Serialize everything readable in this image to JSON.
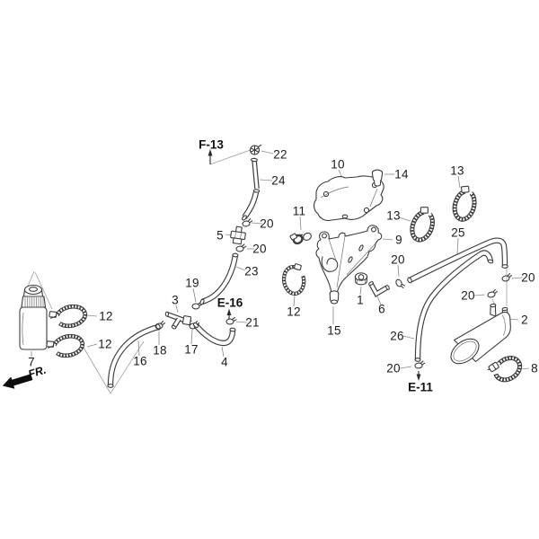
{
  "diagram": {
    "type": "exploded-parts-diagram",
    "front_label": "FR.",
    "colors": {
      "line": "#3c3c3c",
      "label": "#1b1b1b",
      "background": "#ffffff"
    },
    "refs": [
      {
        "label": "F-13"
      },
      {
        "label": "E-16"
      },
      {
        "label": "E-11"
      }
    ],
    "callouts": [
      {
        "num": "22"
      },
      {
        "num": "24"
      },
      {
        "num": "20"
      },
      {
        "num": "5"
      },
      {
        "num": "20"
      },
      {
        "num": "23"
      },
      {
        "num": "11"
      },
      {
        "num": "10"
      },
      {
        "num": "14"
      },
      {
        "num": "13"
      },
      {
        "num": "9"
      },
      {
        "num": "20"
      },
      {
        "num": "13"
      },
      {
        "num": "25"
      },
      {
        "num": "20"
      },
      {
        "num": "20"
      },
      {
        "num": "2"
      },
      {
        "num": "26"
      },
      {
        "num": "20"
      },
      {
        "num": "8"
      },
      {
        "num": "6"
      },
      {
        "num": "1"
      },
      {
        "num": "15"
      },
      {
        "num": "12"
      },
      {
        "num": "12"
      },
      {
        "num": "12"
      },
      {
        "num": "7"
      },
      {
        "num": "16"
      },
      {
        "num": "19"
      },
      {
        "num": "3"
      },
      {
        "num": "21"
      },
      {
        "num": "18"
      },
      {
        "num": "17"
      },
      {
        "num": "4"
      }
    ]
  }
}
